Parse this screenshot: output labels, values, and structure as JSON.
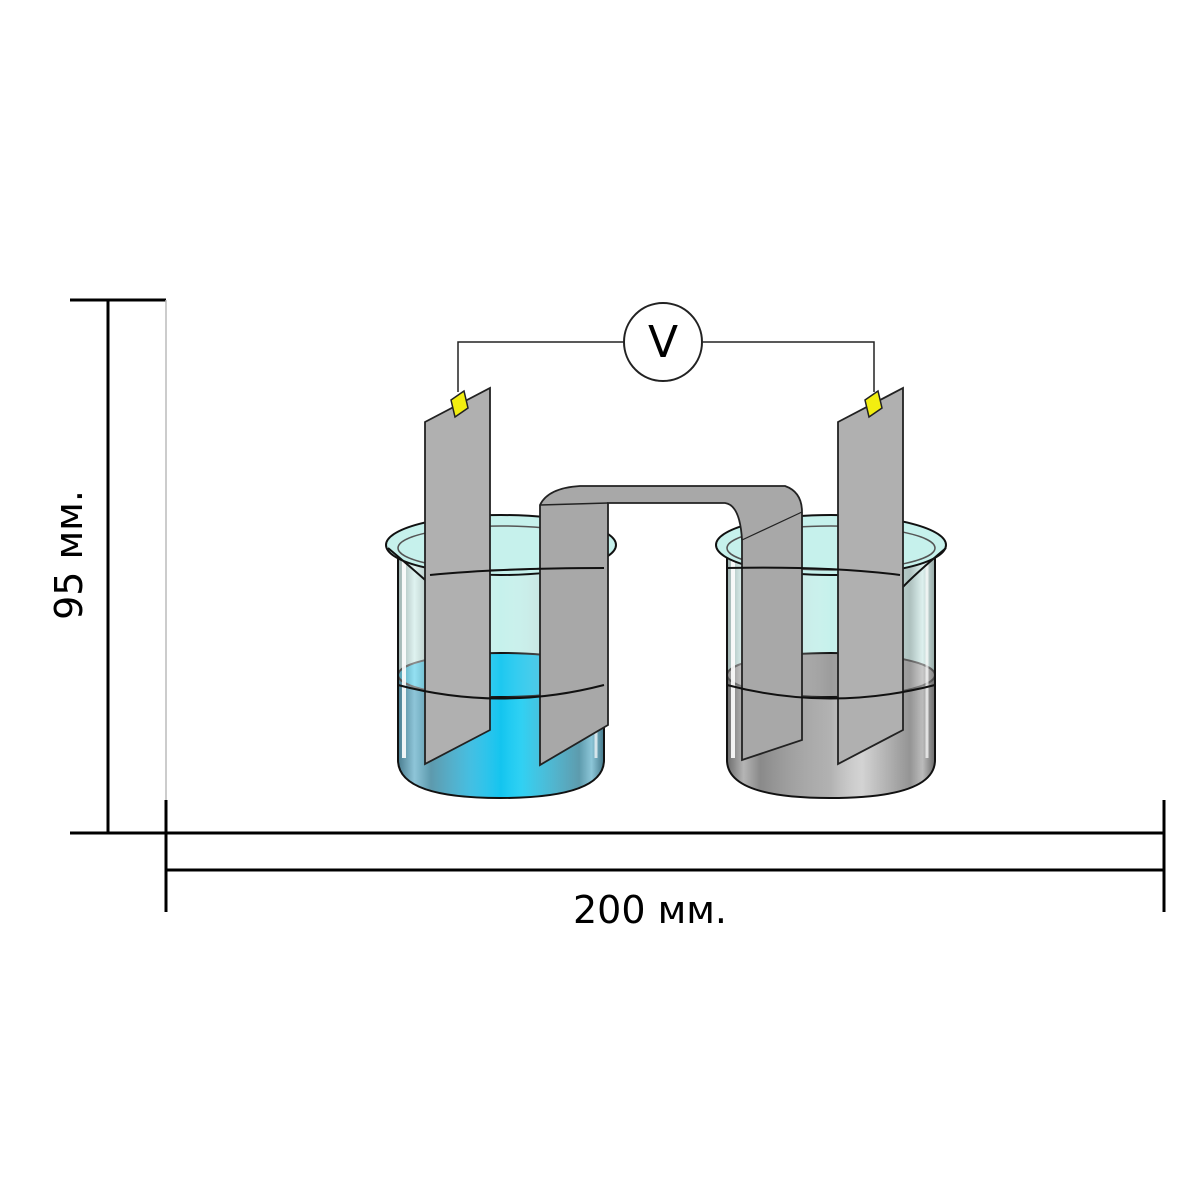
{
  "diagram": {
    "voltmeter_label": "V",
    "height_label": "95 мм.",
    "width_label": "200 мм.",
    "colors": {
      "left_solution": "#12c8f0",
      "left_solution_light": "#c4f0ec",
      "right_solution": "#9a9a9a",
      "electrode": "#b0b0b0",
      "terminal": "#f2ee10",
      "outline": "#222222"
    }
  }
}
